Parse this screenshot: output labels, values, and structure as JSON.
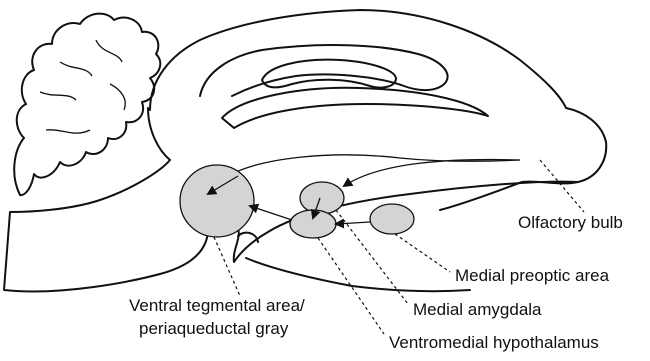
{
  "labels": {
    "olfactory_bulb": "Olfactory bulb",
    "medial_preoptic_area": "Medial preoptic area",
    "medial_amygdala": "Medial amygdala",
    "vta_line1": "Ventral tegmental area/",
    "vta_line2": "periaqueductal gray",
    "ventromedial_hypothalamus": "Ventromedial hypothalamus"
  },
  "colors": {
    "outline": "#111111",
    "region_fill": "#d4d4d4",
    "background": "#ffffff"
  }
}
